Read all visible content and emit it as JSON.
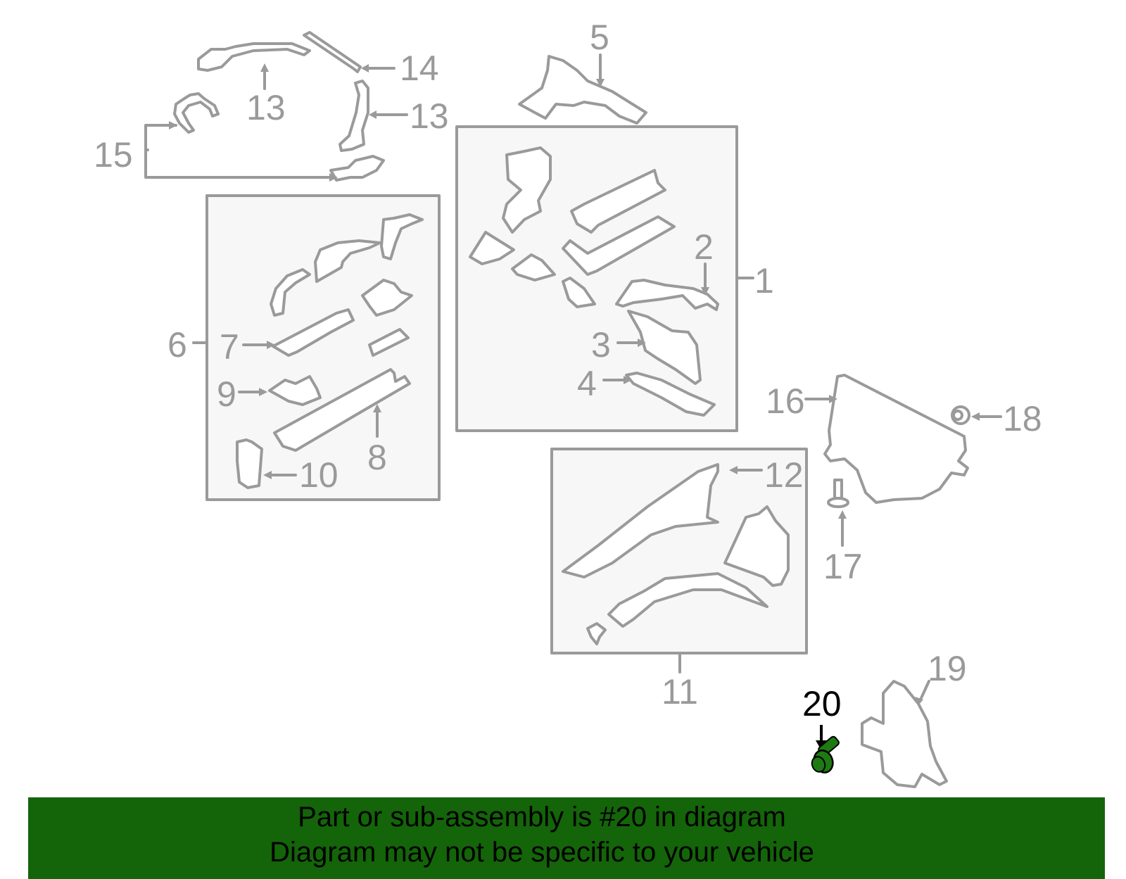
{
  "diagram": {
    "colors": {
      "line": "#9a9a9a",
      "group_fill": "#f7f7f7",
      "highlight_part": "#1e7a12",
      "highlight_label": "#000000",
      "banner_bg": "#146409",
      "banner_text": "#000000"
    },
    "callouts": [
      {
        "id": "1",
        "label": "1"
      },
      {
        "id": "2",
        "label": "2"
      },
      {
        "id": "3",
        "label": "3"
      },
      {
        "id": "4",
        "label": "4"
      },
      {
        "id": "5",
        "label": "5"
      },
      {
        "id": "6",
        "label": "6"
      },
      {
        "id": "7",
        "label": "7"
      },
      {
        "id": "8",
        "label": "8"
      },
      {
        "id": "9",
        "label": "9"
      },
      {
        "id": "10",
        "label": "10"
      },
      {
        "id": "11",
        "label": "11"
      },
      {
        "id": "12",
        "label": "12"
      },
      {
        "id": "13a",
        "label": "13"
      },
      {
        "id": "13b",
        "label": "13"
      },
      {
        "id": "14",
        "label": "14"
      },
      {
        "id": "15",
        "label": "15"
      },
      {
        "id": "16",
        "label": "16"
      },
      {
        "id": "17",
        "label": "17"
      },
      {
        "id": "18",
        "label": "18"
      },
      {
        "id": "19",
        "label": "19"
      },
      {
        "id": "20",
        "label": "20",
        "highlighted": true
      }
    ],
    "highlighted_part": "20"
  },
  "banner": {
    "line1": "Part or sub-assembly is #20 in diagram",
    "line2": "Diagram may not be specific to your vehicle"
  }
}
